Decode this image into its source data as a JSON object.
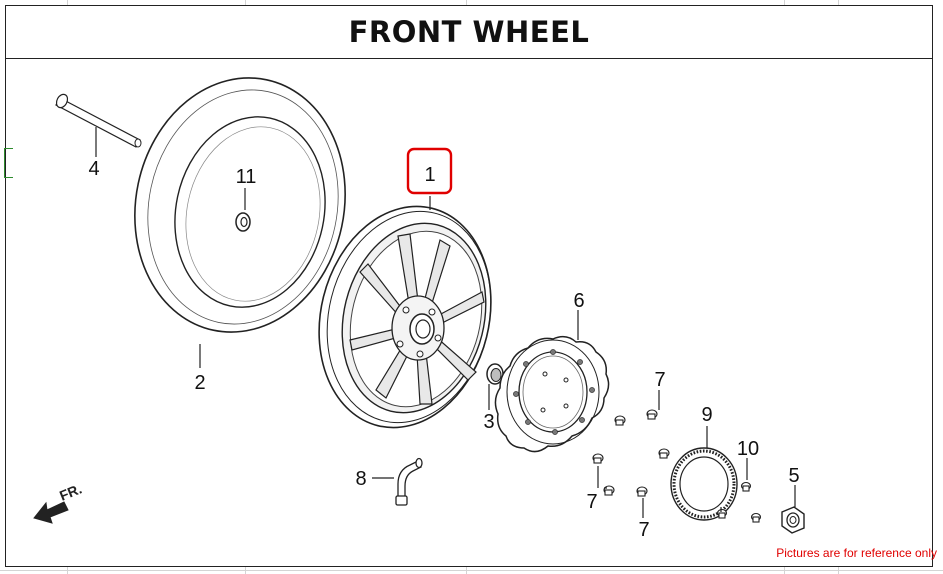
{
  "title": "FRONT WHEEL",
  "note": "Pictures are for reference only",
  "fr_label": "FR.",
  "highlight_color": "#e00000",
  "parts": [
    {
      "id": "part-1",
      "label": "1",
      "name": "wheel-rim",
      "highlighted": true
    },
    {
      "id": "part-2",
      "label": "2",
      "name": "tire"
    },
    {
      "id": "part-3",
      "label": "3",
      "name": "dust-seal"
    },
    {
      "id": "part-4",
      "label": "4",
      "name": "axle"
    },
    {
      "id": "part-5",
      "label": "5",
      "name": "axle-nut"
    },
    {
      "id": "part-6",
      "label": "6",
      "name": "brake-disc"
    },
    {
      "id": "part-7a",
      "label": "7",
      "name": "disc-bolt"
    },
    {
      "id": "part-7b",
      "label": "7",
      "name": "disc-bolt"
    },
    {
      "id": "part-7c",
      "label": "7",
      "name": "disc-bolt"
    },
    {
      "id": "part-8",
      "label": "8",
      "name": "valve-stem"
    },
    {
      "id": "part-9",
      "label": "9",
      "name": "abs-ring"
    },
    {
      "id": "part-10",
      "label": "10",
      "name": "ring-screw"
    },
    {
      "id": "part-11",
      "label": "11",
      "name": "inner-collar"
    }
  ]
}
